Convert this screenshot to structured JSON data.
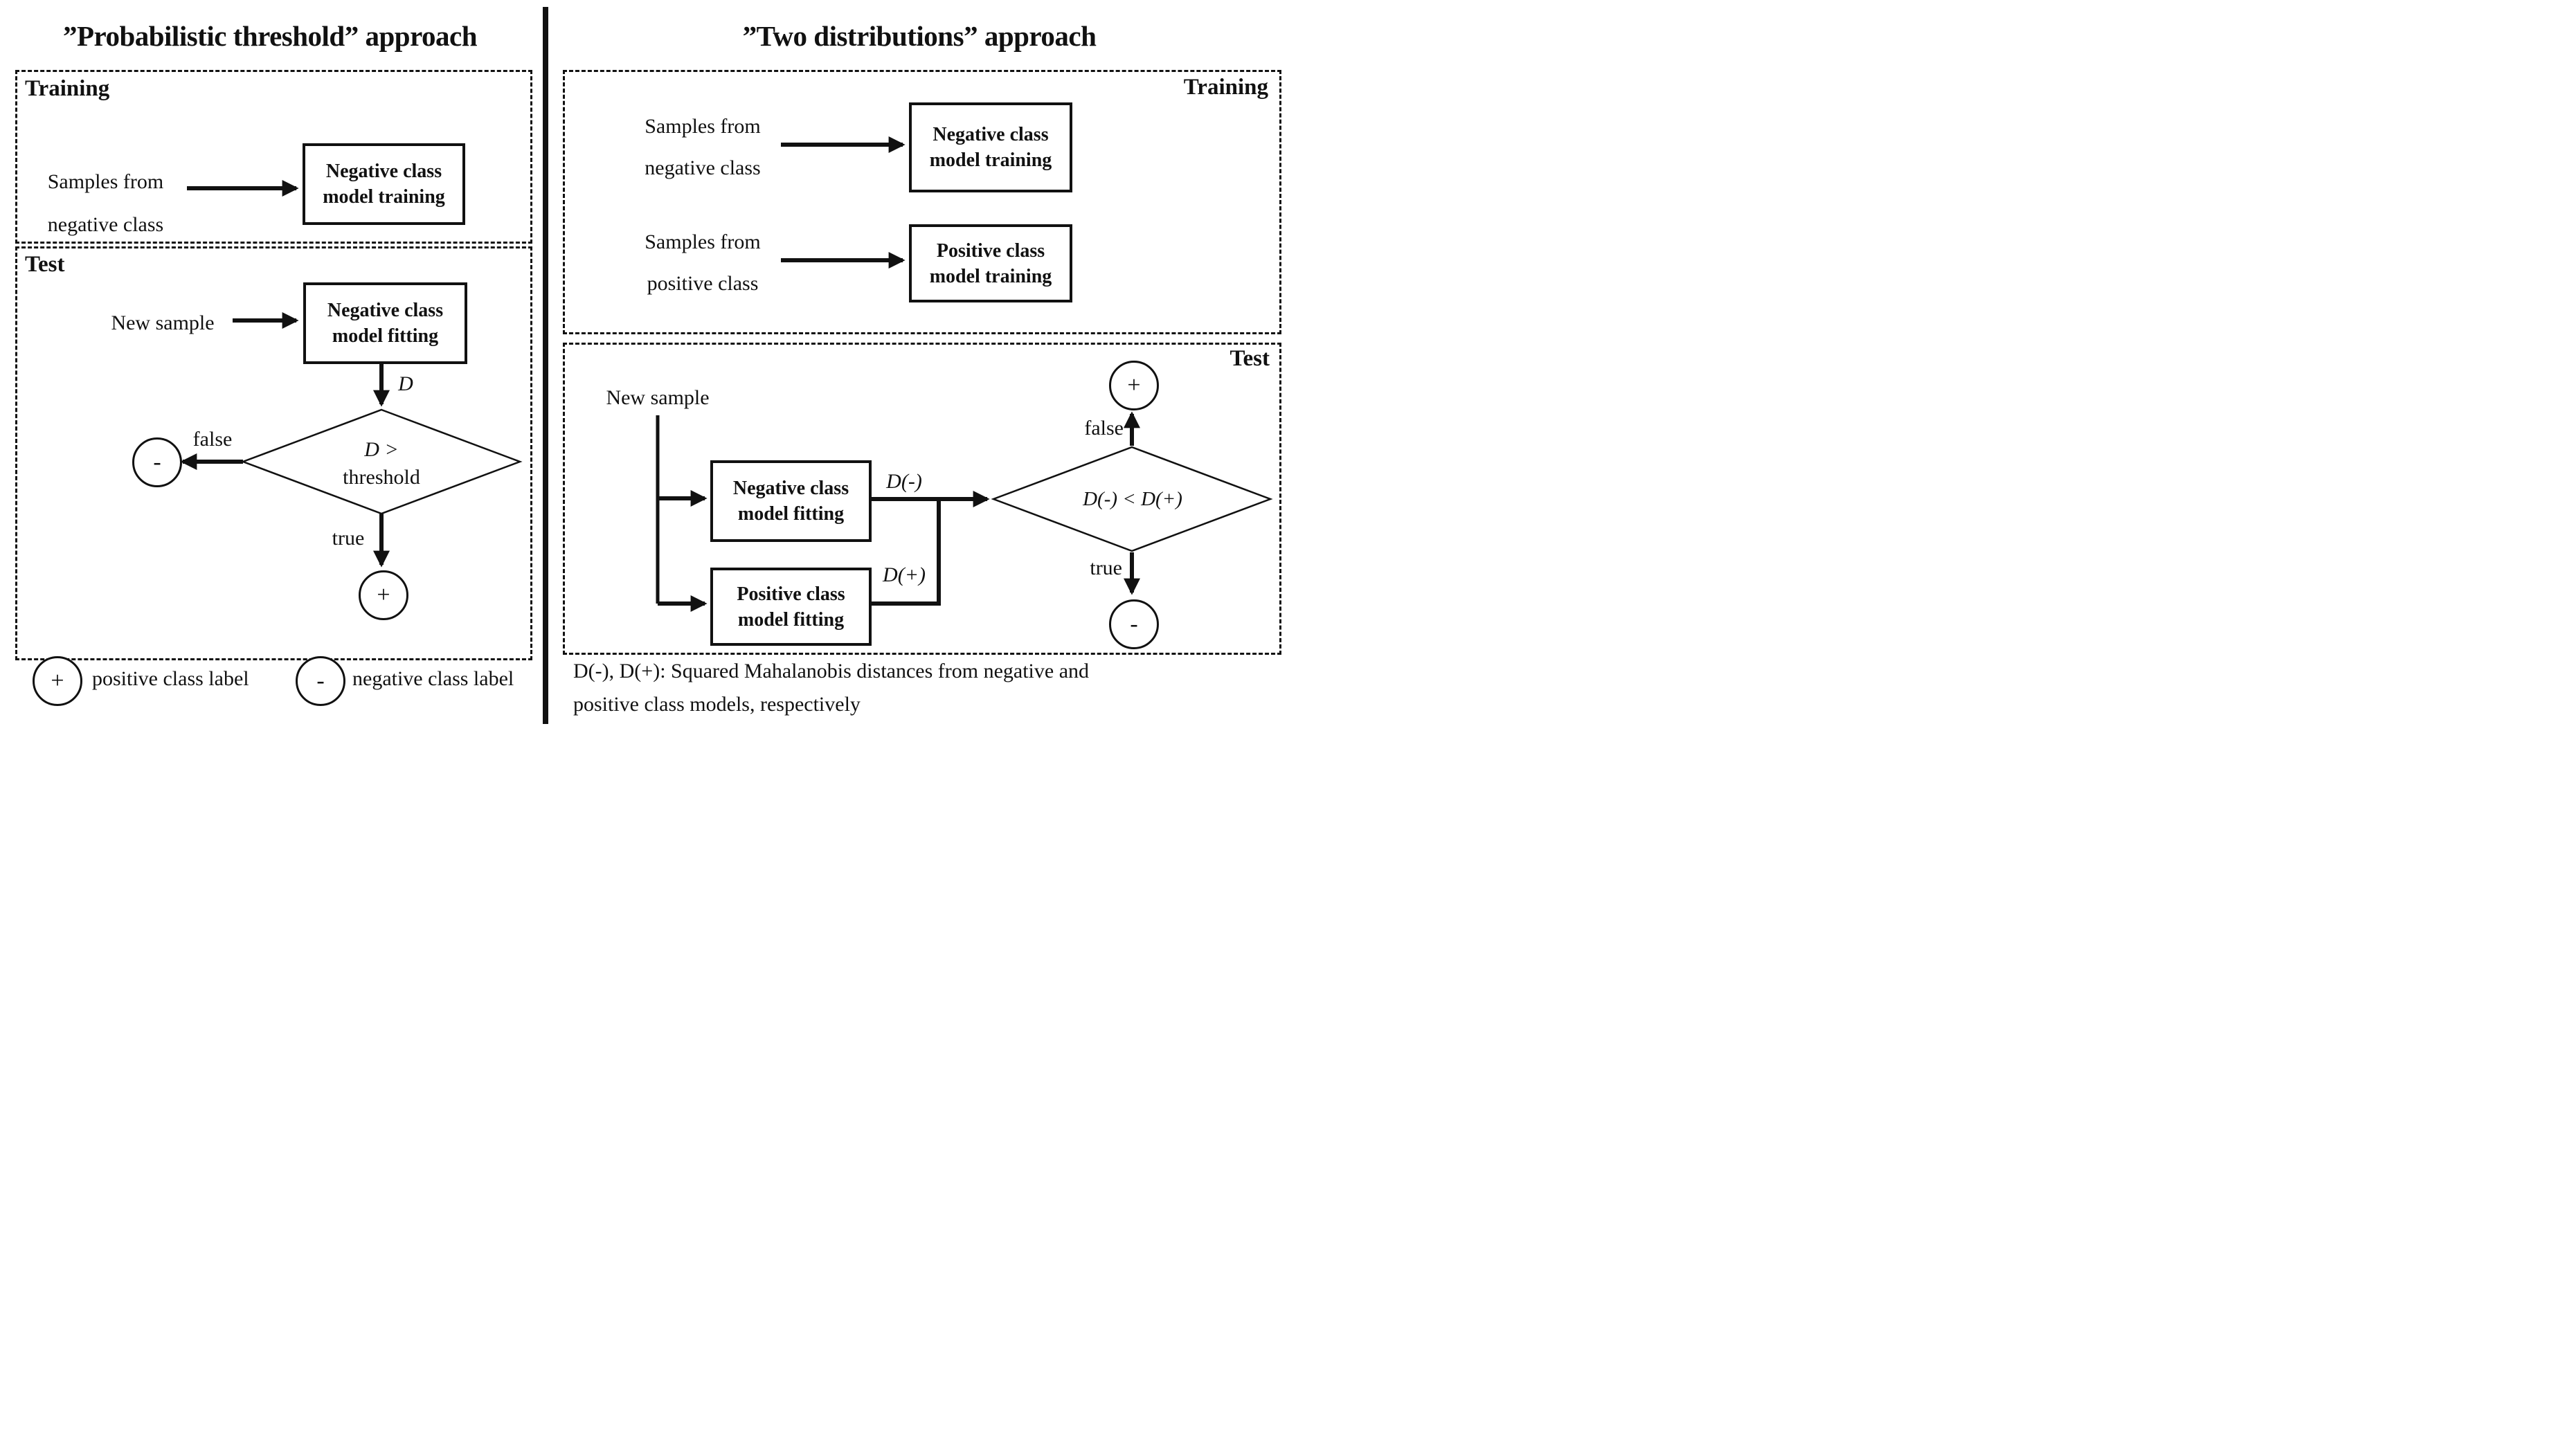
{
  "colors": {
    "ink": "#111111",
    "background": "#ffffff"
  },
  "left": {
    "title": "”Probabilistic threshold” approach",
    "training": {
      "label": "Training",
      "source_line1": "Samples from",
      "source_line2": "negative class",
      "box_line1": "Negative class",
      "box_line2": "model training"
    },
    "test": {
      "label": "Test",
      "input_label": "New sample",
      "box_line1": "Negative class",
      "box_line2": "model fitting",
      "distance_label": "D",
      "diamond_line1": "D >",
      "diamond_line2": "threshold",
      "false_label": "false",
      "true_label": "true",
      "minus_symbol": "-",
      "plus_symbol": "+"
    },
    "legend": {
      "plus_symbol": "+",
      "plus_label": "positive class label",
      "minus_symbol": "-",
      "minus_label": "negative class label"
    }
  },
  "right": {
    "title": "”Two distributions” approach",
    "training": {
      "label": "Training",
      "row1": {
        "source_line1": "Samples from",
        "source_line2": "negative class",
        "box_line1": "Negative class",
        "box_line2": "model training"
      },
      "row2": {
        "source_line1": "Samples from",
        "source_line2": "positive class",
        "box_line1": "Positive class",
        "box_line2": "model training"
      }
    },
    "test": {
      "label": "Test",
      "input_label": "New sample",
      "neg_box_line1": "Negative class",
      "neg_box_line2": "model fitting",
      "pos_box_line1": "Positive class",
      "pos_box_line2": "model fitting",
      "d_neg_label": "D(-)",
      "d_pos_label": "D(+)",
      "diamond_label": "D(-) < D(+)",
      "false_label": "false",
      "true_label": "true",
      "plus_symbol": "+",
      "minus_symbol": "-"
    },
    "footnote_line1": "D(-), D(+): Squared Mahalanobis distances from negative and",
    "footnote_line2": "positive class models, respectively"
  }
}
